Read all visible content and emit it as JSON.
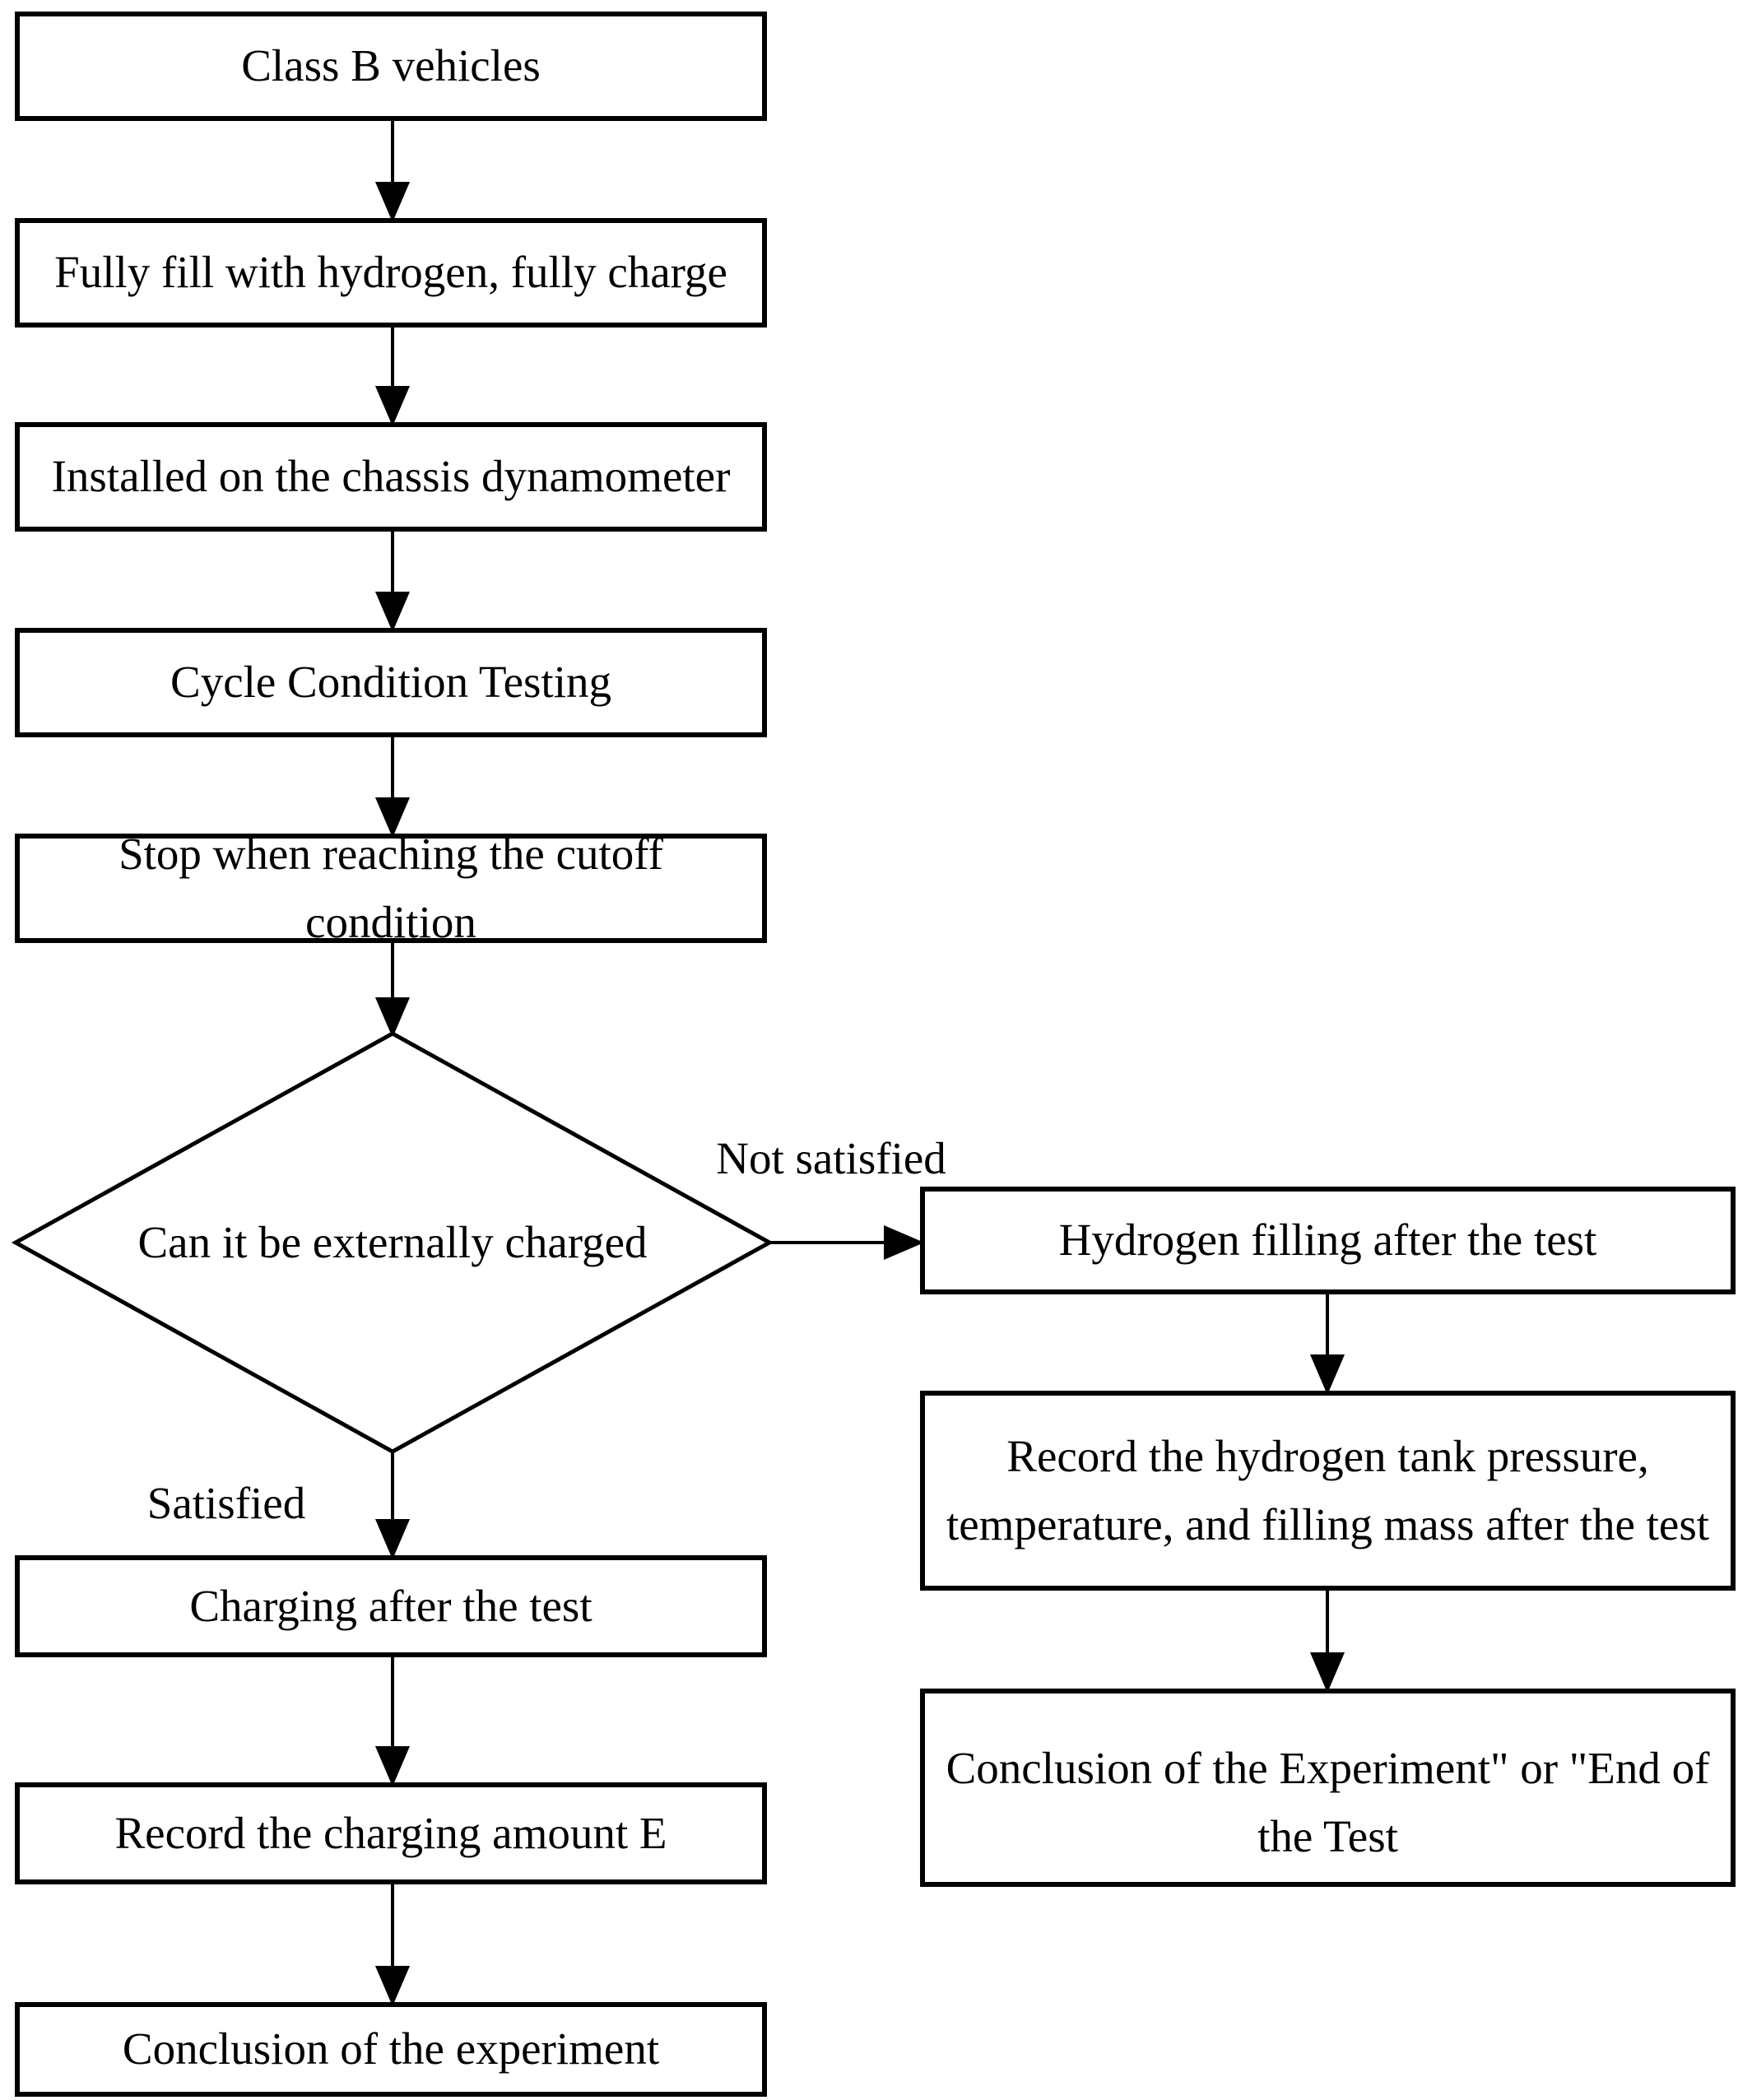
{
  "flowchart": {
    "nodes": {
      "class_b_vehicles": "Class B vehicles",
      "fully_fill": "Fully fill with hydrogen, fully charge",
      "installed_dyno": "Installed on the chassis dynamometer",
      "cycle_testing": "Cycle Condition Testing",
      "stop_cutoff": "Stop when reaching the cutoff condition",
      "decision": "Can it be externally charged",
      "charging_after_test": "Charging after the test",
      "record_charging": "Record the charging amount E",
      "conclusion_left": "Conclusion of the experiment",
      "hydrogen_filling": "Hydrogen filling after the test",
      "record_tank": "Record the hydrogen tank pressure, temperature, and filling mass after the test",
      "conclusion_right": "Conclusion of the Experiment\" or \"End of the Test"
    },
    "edge_labels": {
      "satisfied": "Satisfied",
      "not_satisfied": "Not satisfied"
    },
    "colors": {
      "stroke": "#000000",
      "background": "#ffffff"
    }
  }
}
